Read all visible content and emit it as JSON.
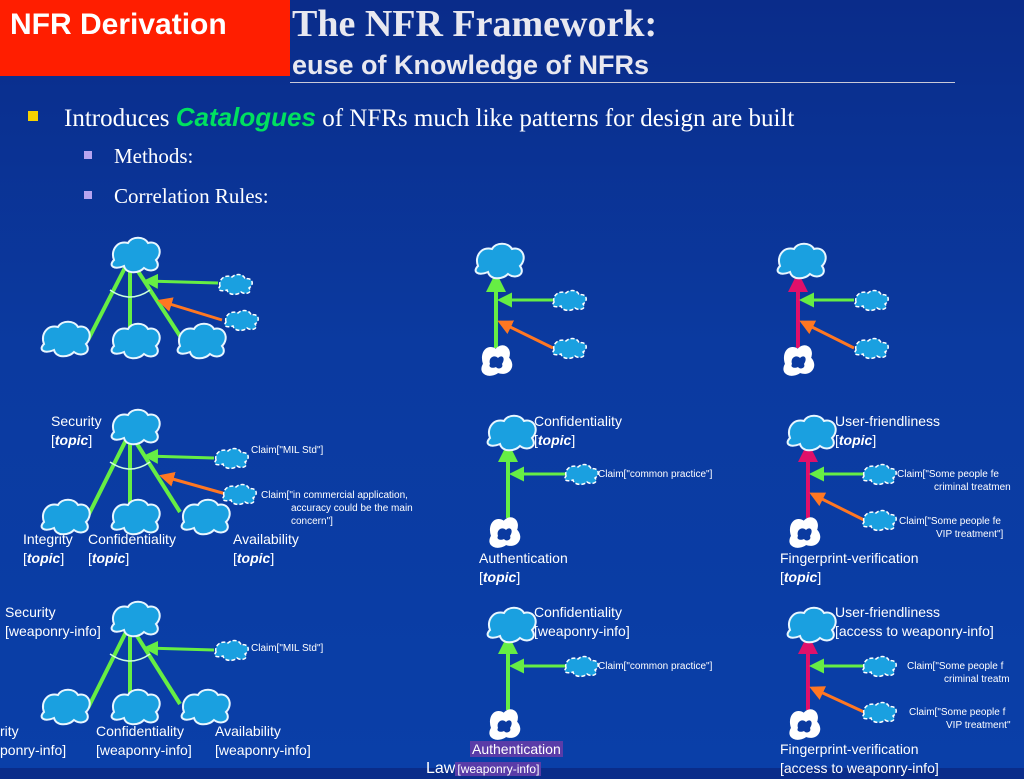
{
  "header": {
    "badge": "NFR Derivation",
    "title_line1": "The NFR Framework:",
    "title_line2": "euse of Knowledge of NFRs"
  },
  "bullets": {
    "main_pre": "Introduces ",
    "main_em": "Catalogues",
    "main_post": " of NFRs much like patterns for design are built",
    "sub1": "Methods:",
    "sub2": "Correlation Rules:"
  },
  "row2": {
    "security": "Security",
    "topic": "topic",
    "integrity": "Integrity",
    "confidentiality": "Confidentiality",
    "availability": "Availability",
    "claim_mil": "Claim[\"MIL Std\"]",
    "claim_commercial_1": "Claim[\"in commercial application,",
    "claim_commercial_2": "accuracy could be the main",
    "claim_commercial_3": "concern\"]",
    "conf_title": "Confidentiality",
    "claim_common": "Claim[\"common practice\"]",
    "authentication": "Authentication",
    "uf_title": "User-friendliness",
    "claim_criminal_1": "Claim[\"Some people fe",
    "claim_criminal_2": "criminal treatmen",
    "claim_vip_1": "Claim[\"Some people fe",
    "claim_vip_2": "VIP treatment\"]",
    "fingerprint": "Fingerprint-verification"
  },
  "row3": {
    "security": "Security",
    "weaponry": "[weaponry-info]",
    "integrity_clip": "rity",
    "weaponry_clip": "ponry-info]",
    "confidentiality": "Confidentiality",
    "availability": "Availability",
    "claim_mil": "Claim[\"MIL Std\"]",
    "conf_title": "Confidentiality",
    "claim_common": "Claim[\"common practice\"]",
    "authentication": "Authentication",
    "weaponry_clip_bottom": "[weaponry-info]",
    "law": "Law",
    "uf_title": "User-friendliness",
    "access": "[access to weaponry-info]",
    "claim_criminal_1": "Claim[\"Some people f",
    "claim_criminal_2": "criminal treatm",
    "claim_vip_1": "Claim[\"Some people f",
    "claim_vip_2": "VIP treatment\"",
    "fingerprint": "Fingerprint-verification",
    "access_clip": "[access to weaponry-info]"
  },
  "colors": {
    "background": "#0b3aa0",
    "badge": "#ff1e00",
    "catalogue": "#00e060",
    "softgoal": "#1aa0e0",
    "green_edge": "#66ee44",
    "orange_edge": "#ff7722",
    "magenta_edge": "#e0106a"
  }
}
